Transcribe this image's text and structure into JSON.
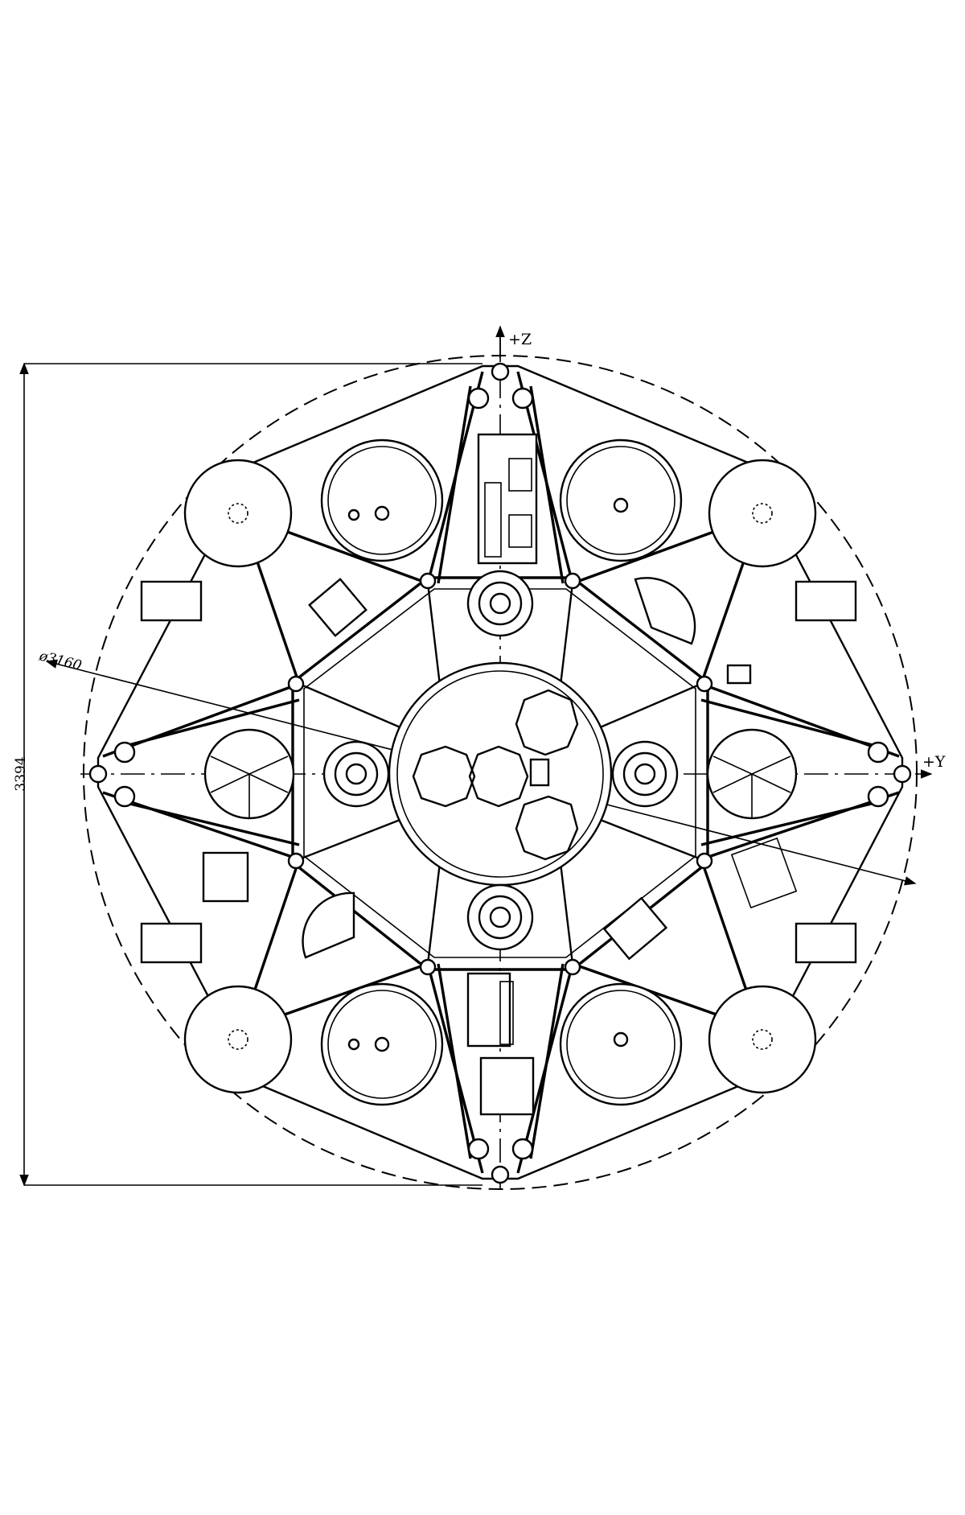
{
  "drawing": {
    "axis_z_label": "+Z",
    "axis_y_label": "+Y",
    "diameter_label": "ø3160",
    "height_dimension_label": "3394"
  }
}
